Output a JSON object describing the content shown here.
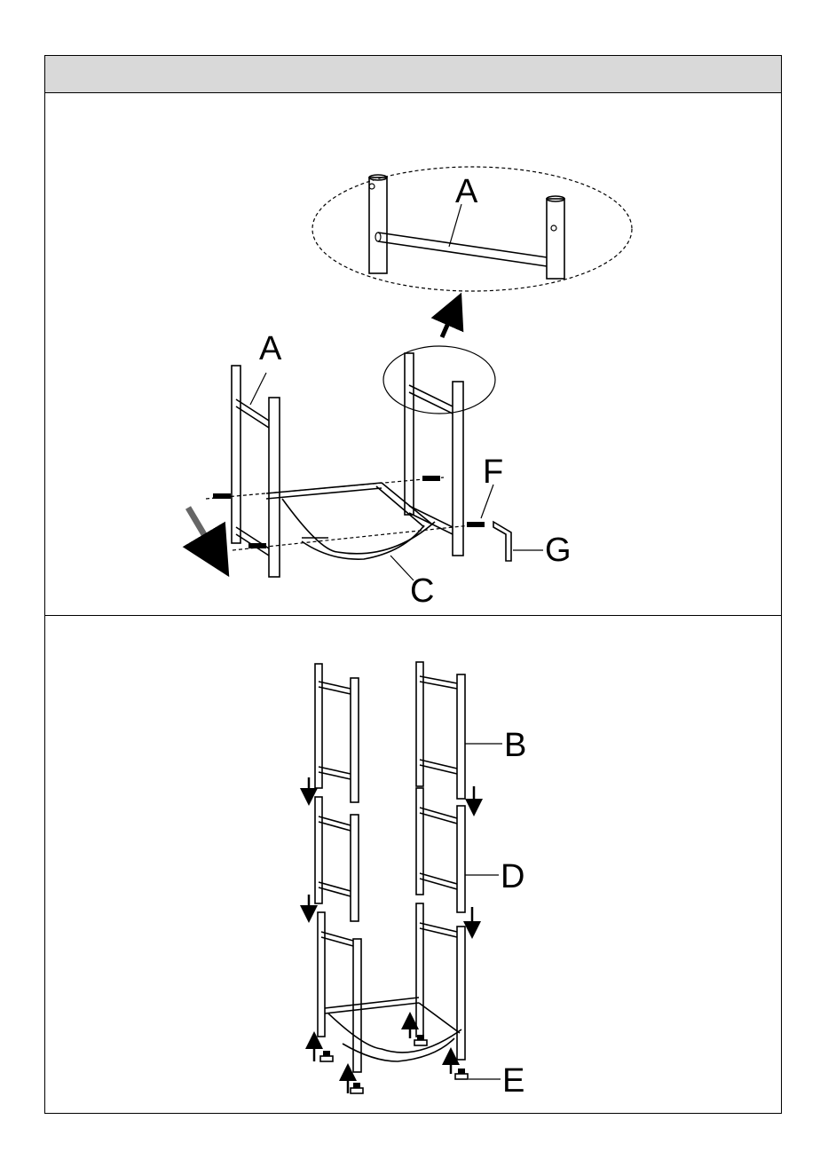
{
  "header": {
    "title": ""
  },
  "step1": {
    "labels": {
      "frame": "A",
      "frame_zoom": "A",
      "base": "C",
      "bolt": "F",
      "key": "G"
    }
  },
  "step2": {
    "labels": {
      "top_section": "B",
      "middle_section": "D",
      "foot": "E"
    }
  }
}
